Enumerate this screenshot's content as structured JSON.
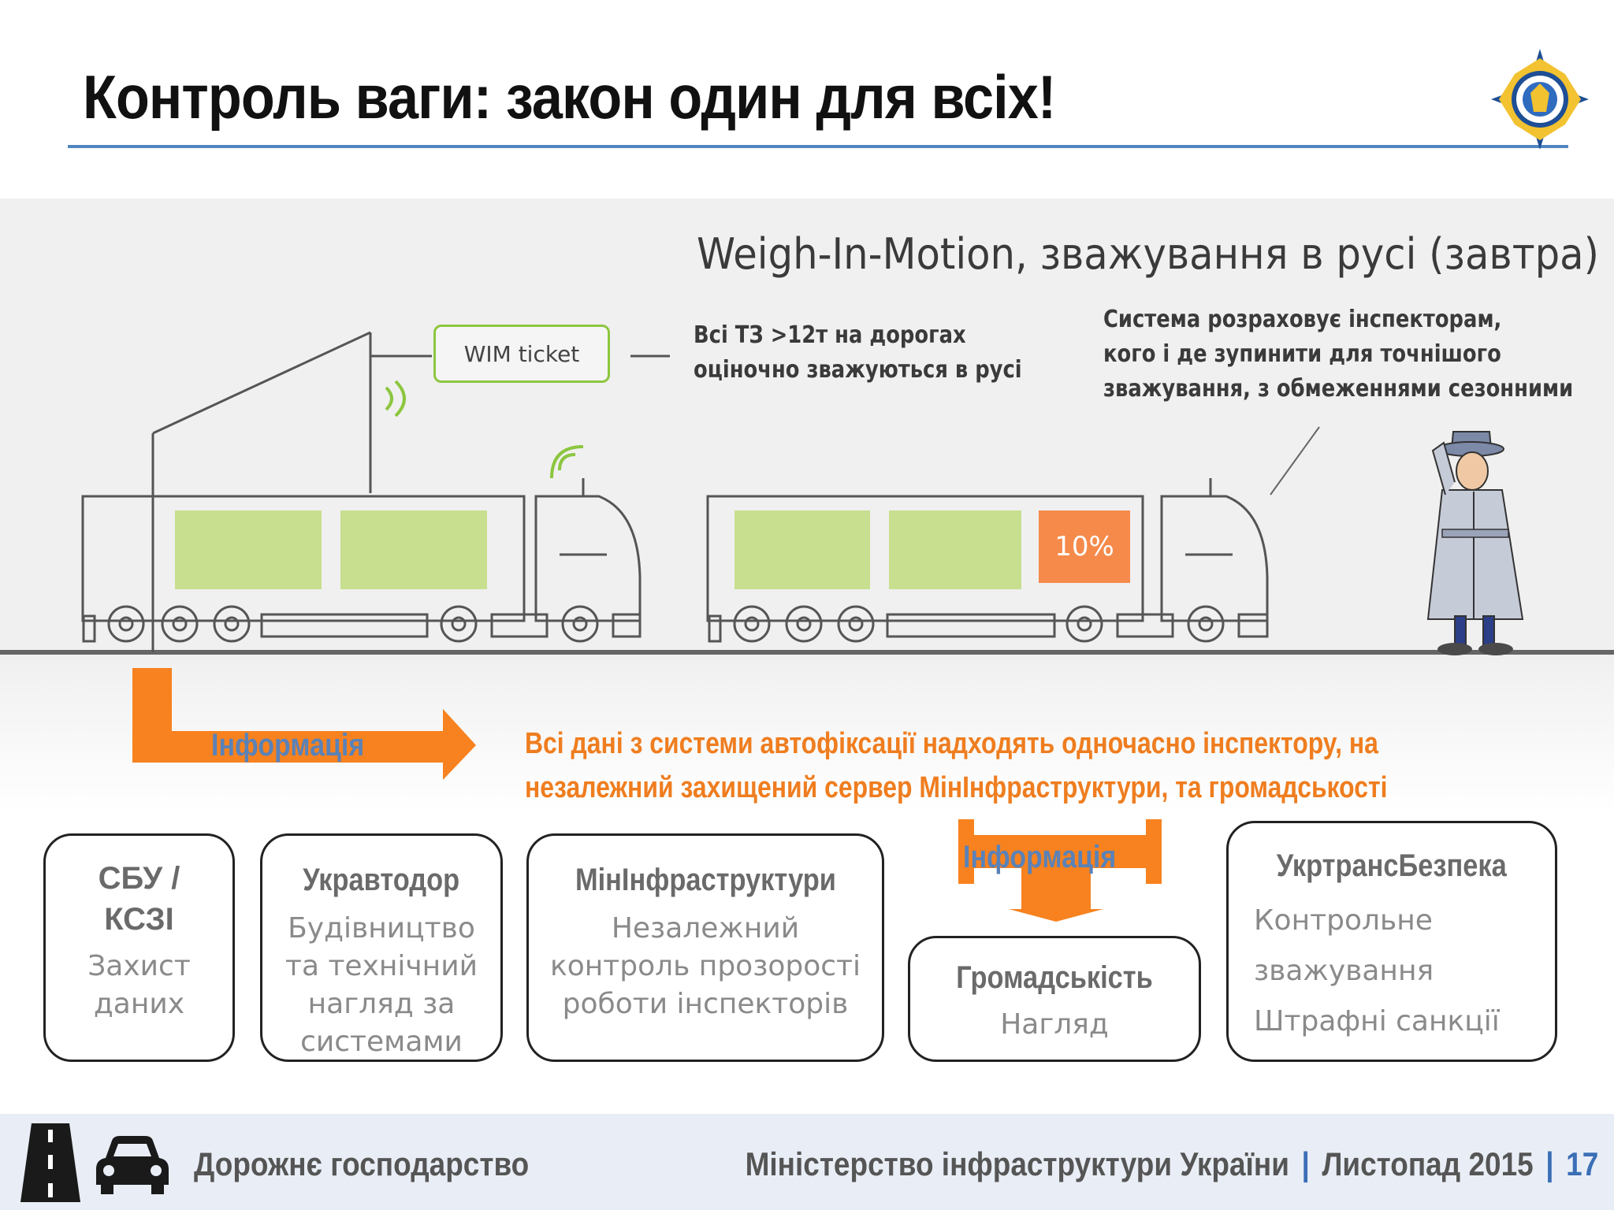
{
  "slide": {
    "title": "Контроль ваги: закон один для всіх!",
    "wim_title": "Weigh-In-Motion, зважування в русі (завтра)",
    "wim_ticket": "WIM ticket",
    "note_left": [
      "Всі ТЗ >12т на дорогах",
      "оціночно зважуються в русі"
    ],
    "note_right": [
      "Система розраховує інспекторам,",
      "кого і де зупинити для точнішого",
      "зважування, з обмеженнями сезонними"
    ],
    "overload_label": "10%",
    "info_arrow_label": "Інформація",
    "message": [
      "Всі дані з системи автофіксації надходять одночасно інспектору, на",
      "незалежний захищений сервер МінІнфраструктури, та громадськості"
    ],
    "colors": {
      "accent_blue": "#4f86bd",
      "accent_orange": "#f7821f",
      "cargo_green": "#c7df8e",
      "ticket_green": "#8cc63f",
      "overload_orange": "#f58a4b"
    }
  },
  "cards": {
    "sbu": {
      "title_1": "СБУ /",
      "title_2": "КСЗІ",
      "body": "Захист\nданих"
    },
    "ukravtodor": {
      "title": "Укравтодор",
      "body": "Будівництво\nта технічний\nнагляд за\nсистемами"
    },
    "mininfra": {
      "title": "МінІнфраструктури",
      "body": "Незалежний\nконтроль прозорості\nроботи інспекторів"
    },
    "public": {
      "title": "Громадськість",
      "body": "Нагляд",
      "arrow_label": "Інформація"
    },
    "ukrtrans": {
      "title": "УкртрансБезпека",
      "line_1": "Контрольне",
      "line_2": "зважування",
      "line_3": "Штрафні санкції"
    }
  },
  "footer": {
    "left": "Дорожнє господарство",
    "ministry": "Міністерство інфраструктури України",
    "date": "Листопад 2015",
    "page": "17",
    "icons": [
      "road-icon",
      "car-icon"
    ]
  }
}
